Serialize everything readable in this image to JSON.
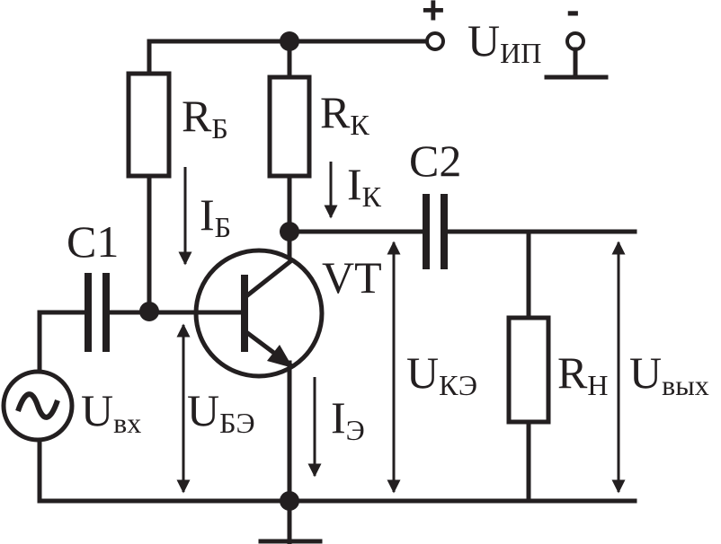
{
  "supply": {
    "plus": "+",
    "minus": "-",
    "label_main": "U",
    "label_sub": "ИП"
  },
  "labels": {
    "rb": {
      "main": "R",
      "sub": "Б"
    },
    "rk": {
      "main": "R",
      "sub": "К"
    },
    "ib": {
      "main": "I",
      "sub": "Б"
    },
    "ik": {
      "main": "I",
      "sub": "К"
    },
    "ie": {
      "main": "I",
      "sub": "Э"
    },
    "c1": "C1",
    "c2": "C2",
    "vt": "VT",
    "uin": {
      "main": "U",
      "sub": "вх"
    },
    "ube": {
      "main": "U",
      "sub": "БЭ"
    },
    "uke": {
      "main": "U",
      "sub": "КЭ"
    },
    "rn": {
      "main": "R",
      "sub": "Н"
    },
    "uout": {
      "main": "U",
      "sub": "вых"
    }
  }
}
